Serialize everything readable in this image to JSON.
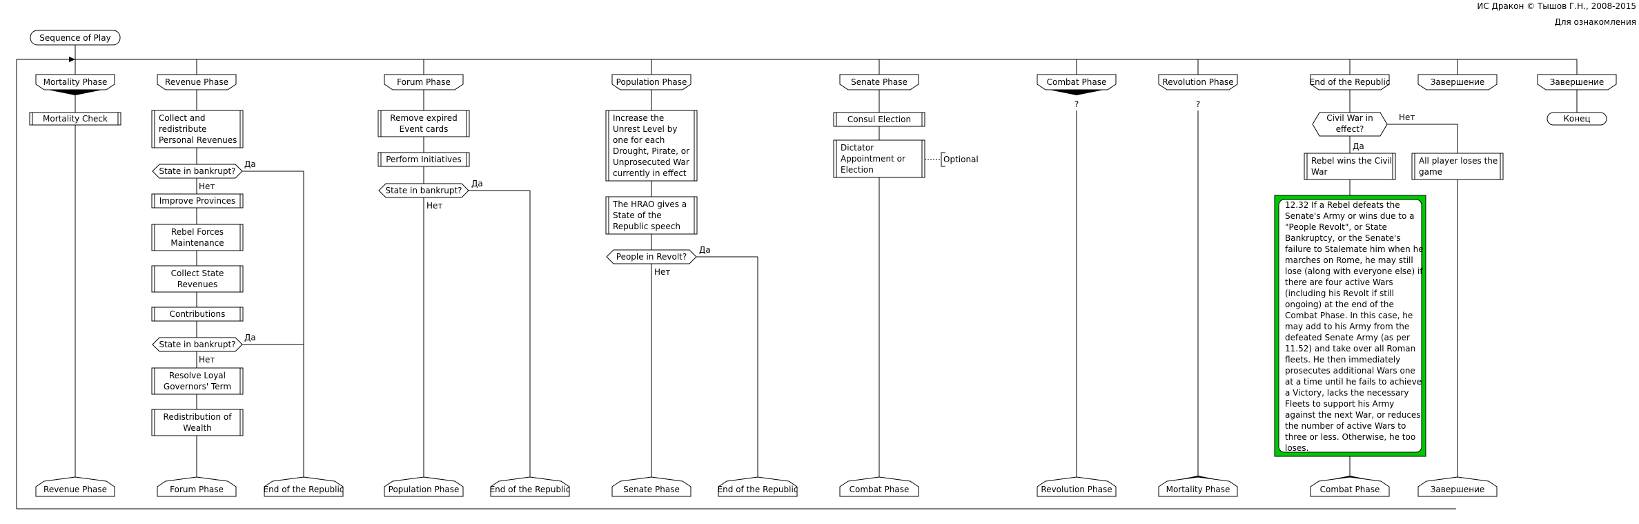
{
  "header": {
    "copyright": "ИС Дракон © Тышов Г.Н., 2008-2015",
    "note": "Для ознакомления"
  },
  "title": "Sequence of Play",
  "colors": {
    "line": "#000000",
    "note_fill": "#00c800",
    "note_border": "#000000"
  },
  "columns": [
    {
      "key": "mortality",
      "head": "Mortality Phase",
      "steps": [
        {
          "id": "mortality-check",
          "text": [
            "Mortality Check"
          ]
        }
      ],
      "address": "Revenue Phase"
    },
    {
      "key": "revenue",
      "head": "Revenue Phase",
      "steps": [
        {
          "id": "collect-revenues",
          "text": [
            "Collect and",
            "redistribute",
            "Personal Revenues"
          ]
        },
        {
          "id": "improve-provinces",
          "text": [
            "Improve Provinces"
          ]
        },
        {
          "id": "rebel-forces",
          "text": [
            "Rebel Forces",
            "Maintenance"
          ]
        },
        {
          "id": "collect-state",
          "text": [
            "Collect State",
            "Revenues"
          ]
        },
        {
          "id": "contributions",
          "text": [
            "Contributions"
          ]
        },
        {
          "id": "resolve-loyal",
          "text": [
            "Resolve Loyal",
            "Governors' Term"
          ]
        },
        {
          "id": "redistribution",
          "text": [
            "Redistribution of",
            "Wealth"
          ]
        }
      ],
      "questions": [
        {
          "id": "bankrupt-1",
          "text": "State in bankrupt?",
          "yes": "Да",
          "no": "Нет"
        },
        {
          "id": "bankrupt-2",
          "text": "State in bankrupt?",
          "yes": "Да",
          "no": "Нет"
        }
      ],
      "address": "Forum Phase",
      "branch_address": "End of the Republic"
    },
    {
      "key": "forum",
      "head": "Forum Phase",
      "steps": [
        {
          "id": "remove-expired",
          "text": [
            "Remove expired",
            "Event cards"
          ]
        },
        {
          "id": "perform-initiatives",
          "text": [
            "Perform Initiatives"
          ]
        }
      ],
      "questions": [
        {
          "id": "bankrupt-3",
          "text": "State in bankrupt?",
          "yes": "Да",
          "no": "Нет"
        }
      ],
      "address": "Population Phase",
      "branch_address": "End of the Republic"
    },
    {
      "key": "population",
      "head": "Population Phase",
      "steps": [
        {
          "id": "increase-unrest",
          "text": [
            "Increase the",
            "Unrest Level by",
            "one for each",
            "Drought, Pirate, or",
            "Unprosecuted War",
            "currently in effect"
          ]
        },
        {
          "id": "hrao-speech",
          "text": [
            "The HRAO gives a",
            "State of the",
            "Republic speech"
          ]
        }
      ],
      "questions": [
        {
          "id": "people-revolt",
          "text": "People in Revolt?",
          "yes": "Да",
          "no": "Нет"
        }
      ],
      "address": "Senate Phase",
      "branch_address": "End of the Republic"
    },
    {
      "key": "senate",
      "head": "Senate Phase",
      "steps": [
        {
          "id": "consul-election",
          "text": [
            "Consul Election"
          ]
        },
        {
          "id": "dictator",
          "text": [
            "Dictator",
            "Appointment or",
            "Election"
          ]
        }
      ],
      "comment": "Optional",
      "address": "Combat Phase"
    },
    {
      "key": "combat",
      "head": "Combat Phase",
      "mark": "?",
      "address": "Revolution Phase"
    },
    {
      "key": "revolution",
      "head": "Revolution Phase",
      "mark": "?",
      "address": "Mortality Phase"
    },
    {
      "key": "end-republic",
      "head": "End of the Republic",
      "questions": [
        {
          "id": "civil-war",
          "text": [
            "Civil War in",
            "effect?"
          ],
          "yes": "Да",
          "no": "Нет"
        }
      ],
      "steps": [
        {
          "id": "rebel-wins",
          "text": [
            "Rebel wins the Civil",
            "War"
          ]
        },
        {
          "id": "all-lose",
          "text": [
            "All player loses the",
            "game"
          ]
        }
      ],
      "note": [
        "12.32 If a Rebel defeats the",
        "Senate's Army or wins due to a",
        "\"People Revolt\", or State",
        "Bankruptcy, or the Senate's",
        "failure to Stalemate him when he",
        "marches on Rome, he may still",
        "lose (along with everyone else) if",
        "there are four active Wars",
        "(including his Revolt if still",
        "ongoing) at the end of the",
        "Combat Phase. In this case, he",
        "may add to his Army from the",
        "defeated Senate Army (as per",
        "11.52) and take over all Roman",
        "fleets. He then immediately",
        "prosecutes additional Wars one",
        "at a time until he fails to achieve",
        "a Victory, lacks the necessary",
        "Fleets to support his Army",
        "against the next War, or reduces",
        "the number of active Wars to",
        "three or less. Otherwise, he too",
        "loses."
      ],
      "address": "Combat Phase",
      "branch_address": "Завершение"
    },
    {
      "key": "finish",
      "head": "Завершение",
      "end": "Конец"
    }
  ]
}
